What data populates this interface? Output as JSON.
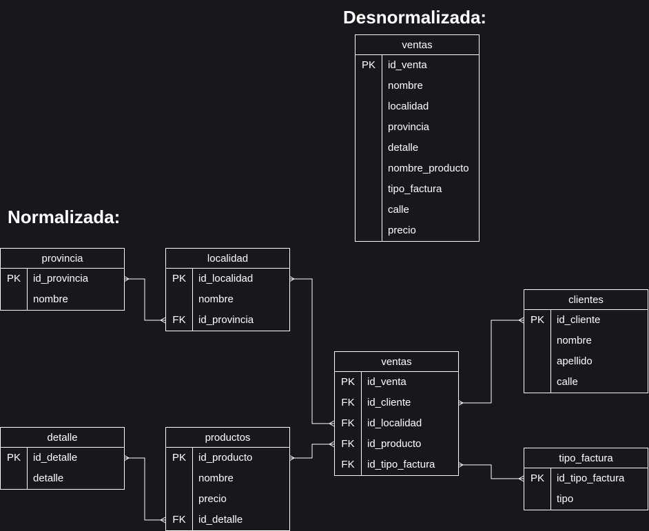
{
  "headings": {
    "denormalized": "Desnormalizada:",
    "normalized": "Normalizada:"
  },
  "tables": {
    "ventas_denorm": {
      "title": "ventas",
      "rows": [
        {
          "key": "PK",
          "field": "id_venta"
        },
        {
          "key": "",
          "field": "nombre"
        },
        {
          "key": "",
          "field": "localidad"
        },
        {
          "key": "",
          "field": "provincia"
        },
        {
          "key": "",
          "field": "detalle"
        },
        {
          "key": "",
          "field": "nombre_producto"
        },
        {
          "key": "",
          "field": "tipo_factura"
        },
        {
          "key": "",
          "field": "calle"
        },
        {
          "key": "",
          "field": "precio"
        }
      ]
    },
    "provincia": {
      "title": "provincia",
      "rows": [
        {
          "key": "PK",
          "field": "id_provincia"
        },
        {
          "key": "",
          "field": "nombre"
        }
      ]
    },
    "localidad": {
      "title": "localidad",
      "rows": [
        {
          "key": "PK",
          "field": "id_localidad"
        },
        {
          "key": "",
          "field": "nombre"
        },
        {
          "key": "FK",
          "field": "id_provincia"
        }
      ]
    },
    "clientes": {
      "title": "clientes",
      "rows": [
        {
          "key": "PK",
          "field": "id_cliente"
        },
        {
          "key": "",
          "field": "nombre"
        },
        {
          "key": "",
          "field": "apellido"
        },
        {
          "key": "",
          "field": "calle"
        }
      ]
    },
    "ventas": {
      "title": "ventas",
      "rows": [
        {
          "key": "PK",
          "field": "id_venta"
        },
        {
          "key": "FK",
          "field": "id_cliente"
        },
        {
          "key": "FK",
          "field": "id_localidad"
        },
        {
          "key": "FK",
          "field": "id_producto"
        },
        {
          "key": "FK",
          "field": "id_tipo_factura"
        }
      ]
    },
    "detalle": {
      "title": "detalle",
      "rows": [
        {
          "key": "PK",
          "field": "id_detalle"
        },
        {
          "key": "",
          "field": "detalle"
        }
      ]
    },
    "productos": {
      "title": "productos",
      "rows": [
        {
          "key": "PK",
          "field": "id_producto"
        },
        {
          "key": "",
          "field": "nombre"
        },
        {
          "key": "",
          "field": "precio"
        },
        {
          "key": "FK",
          "field": "id_detalle"
        }
      ]
    },
    "tipo_factura": {
      "title": "tipo_factura",
      "rows": [
        {
          "key": "PK",
          "field": "id_tipo_factura"
        },
        {
          "key": "",
          "field": "tipo"
        }
      ]
    }
  },
  "colors": {
    "background": "#18171c",
    "foreground": "#ffffff"
  }
}
